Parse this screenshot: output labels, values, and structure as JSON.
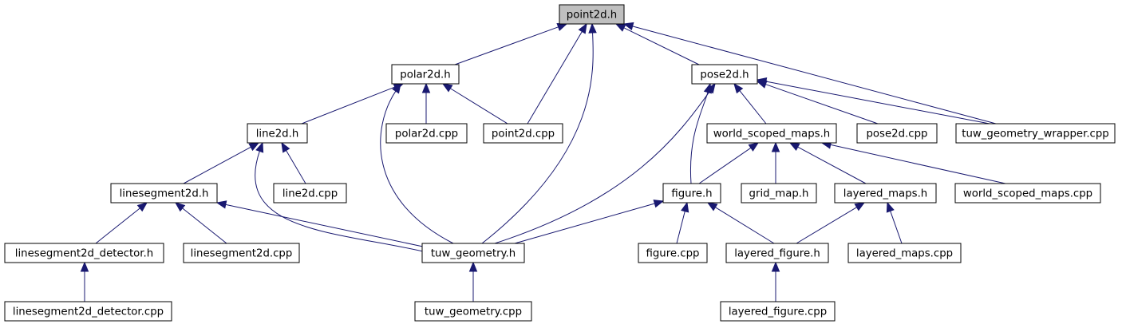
{
  "diagram": {
    "type": "include-dependency-graph",
    "root": "point2d",
    "colors": {
      "edge": "#191970",
      "root_fill": "#bfbfbf",
      "node_fill": "#ffffff",
      "node_border": "#000000"
    },
    "nodes": [
      {
        "id": "point2d",
        "label": "point2d.h"
      },
      {
        "id": "polar2d",
        "label": "polar2d.h"
      },
      {
        "id": "pose2d",
        "label": "pose2d.h"
      },
      {
        "id": "line2d",
        "label": "line2d.h"
      },
      {
        "id": "polar2d_cpp",
        "label": "polar2d.cpp"
      },
      {
        "id": "point2d_cpp",
        "label": "point2d.cpp"
      },
      {
        "id": "world_scoped_maps",
        "label": "world_scoped_maps.h"
      },
      {
        "id": "pose2d_cpp",
        "label": "pose2d.cpp"
      },
      {
        "id": "tuw_geometry_wrapper_cpp",
        "label": "tuw_geometry_wrapper.cpp"
      },
      {
        "id": "linesegment2d",
        "label": "linesegment2d.h"
      },
      {
        "id": "line2d_cpp",
        "label": "line2d.cpp"
      },
      {
        "id": "figure",
        "label": "figure.h"
      },
      {
        "id": "grid_map",
        "label": "grid_map.h"
      },
      {
        "id": "layered_maps",
        "label": "layered_maps.h"
      },
      {
        "id": "world_scoped_maps_cpp",
        "label": "world_scoped_maps.cpp"
      },
      {
        "id": "linesegment2d_detector",
        "label": "linesegment2d_detector.h"
      },
      {
        "id": "linesegment2d_cpp",
        "label": "linesegment2d.cpp"
      },
      {
        "id": "tuw_geometry",
        "label": "tuw_geometry.h"
      },
      {
        "id": "figure_cpp",
        "label": "figure.cpp"
      },
      {
        "id": "layered_figure",
        "label": "layered_figure.h"
      },
      {
        "id": "layered_maps_cpp",
        "label": "layered_maps.cpp"
      },
      {
        "id": "linesegment2d_detector_cpp",
        "label": "linesegment2d_detector.cpp"
      },
      {
        "id": "tuw_geometry_cpp",
        "label": "tuw_geometry.cpp"
      },
      {
        "id": "layered_figure_cpp",
        "label": "layered_figure.cpp"
      }
    ],
    "edges": [
      {
        "from": "polar2d",
        "to": "point2d"
      },
      {
        "from": "point2d_cpp",
        "to": "point2d"
      },
      {
        "from": "tuw_geometry",
        "to": "point2d"
      },
      {
        "from": "pose2d",
        "to": "point2d"
      },
      {
        "from": "tuw_geometry_wrapper_cpp",
        "to": "point2d"
      },
      {
        "from": "line2d",
        "to": "polar2d"
      },
      {
        "from": "tuw_geometry",
        "to": "polar2d"
      },
      {
        "from": "polar2d_cpp",
        "to": "polar2d"
      },
      {
        "from": "point2d_cpp",
        "to": "polar2d"
      },
      {
        "from": "tuw_geometry",
        "to": "pose2d"
      },
      {
        "from": "figure",
        "to": "pose2d"
      },
      {
        "from": "world_scoped_maps",
        "to": "pose2d"
      },
      {
        "from": "pose2d_cpp",
        "to": "pose2d"
      },
      {
        "from": "tuw_geometry_wrapper_cpp",
        "to": "pose2d"
      },
      {
        "from": "linesegment2d",
        "to": "line2d"
      },
      {
        "from": "tuw_geometry",
        "to": "line2d"
      },
      {
        "from": "line2d_cpp",
        "to": "line2d"
      },
      {
        "from": "figure",
        "to": "world_scoped_maps"
      },
      {
        "from": "grid_map",
        "to": "world_scoped_maps"
      },
      {
        "from": "layered_maps",
        "to": "world_scoped_maps"
      },
      {
        "from": "world_scoped_maps_cpp",
        "to": "world_scoped_maps"
      },
      {
        "from": "linesegment2d_detector",
        "to": "linesegment2d"
      },
      {
        "from": "linesegment2d_cpp",
        "to": "linesegment2d"
      },
      {
        "from": "tuw_geometry",
        "to": "linesegment2d"
      },
      {
        "from": "tuw_geometry",
        "to": "figure"
      },
      {
        "from": "figure_cpp",
        "to": "figure"
      },
      {
        "from": "layered_figure",
        "to": "figure"
      },
      {
        "from": "layered_figure",
        "to": "layered_maps"
      },
      {
        "from": "layered_maps_cpp",
        "to": "layered_maps"
      },
      {
        "from": "linesegment2d_detector_cpp",
        "to": "linesegment2d_detector"
      },
      {
        "from": "tuw_geometry_cpp",
        "to": "tuw_geometry"
      },
      {
        "from": "layered_figure_cpp",
        "to": "layered_figure"
      }
    ]
  }
}
